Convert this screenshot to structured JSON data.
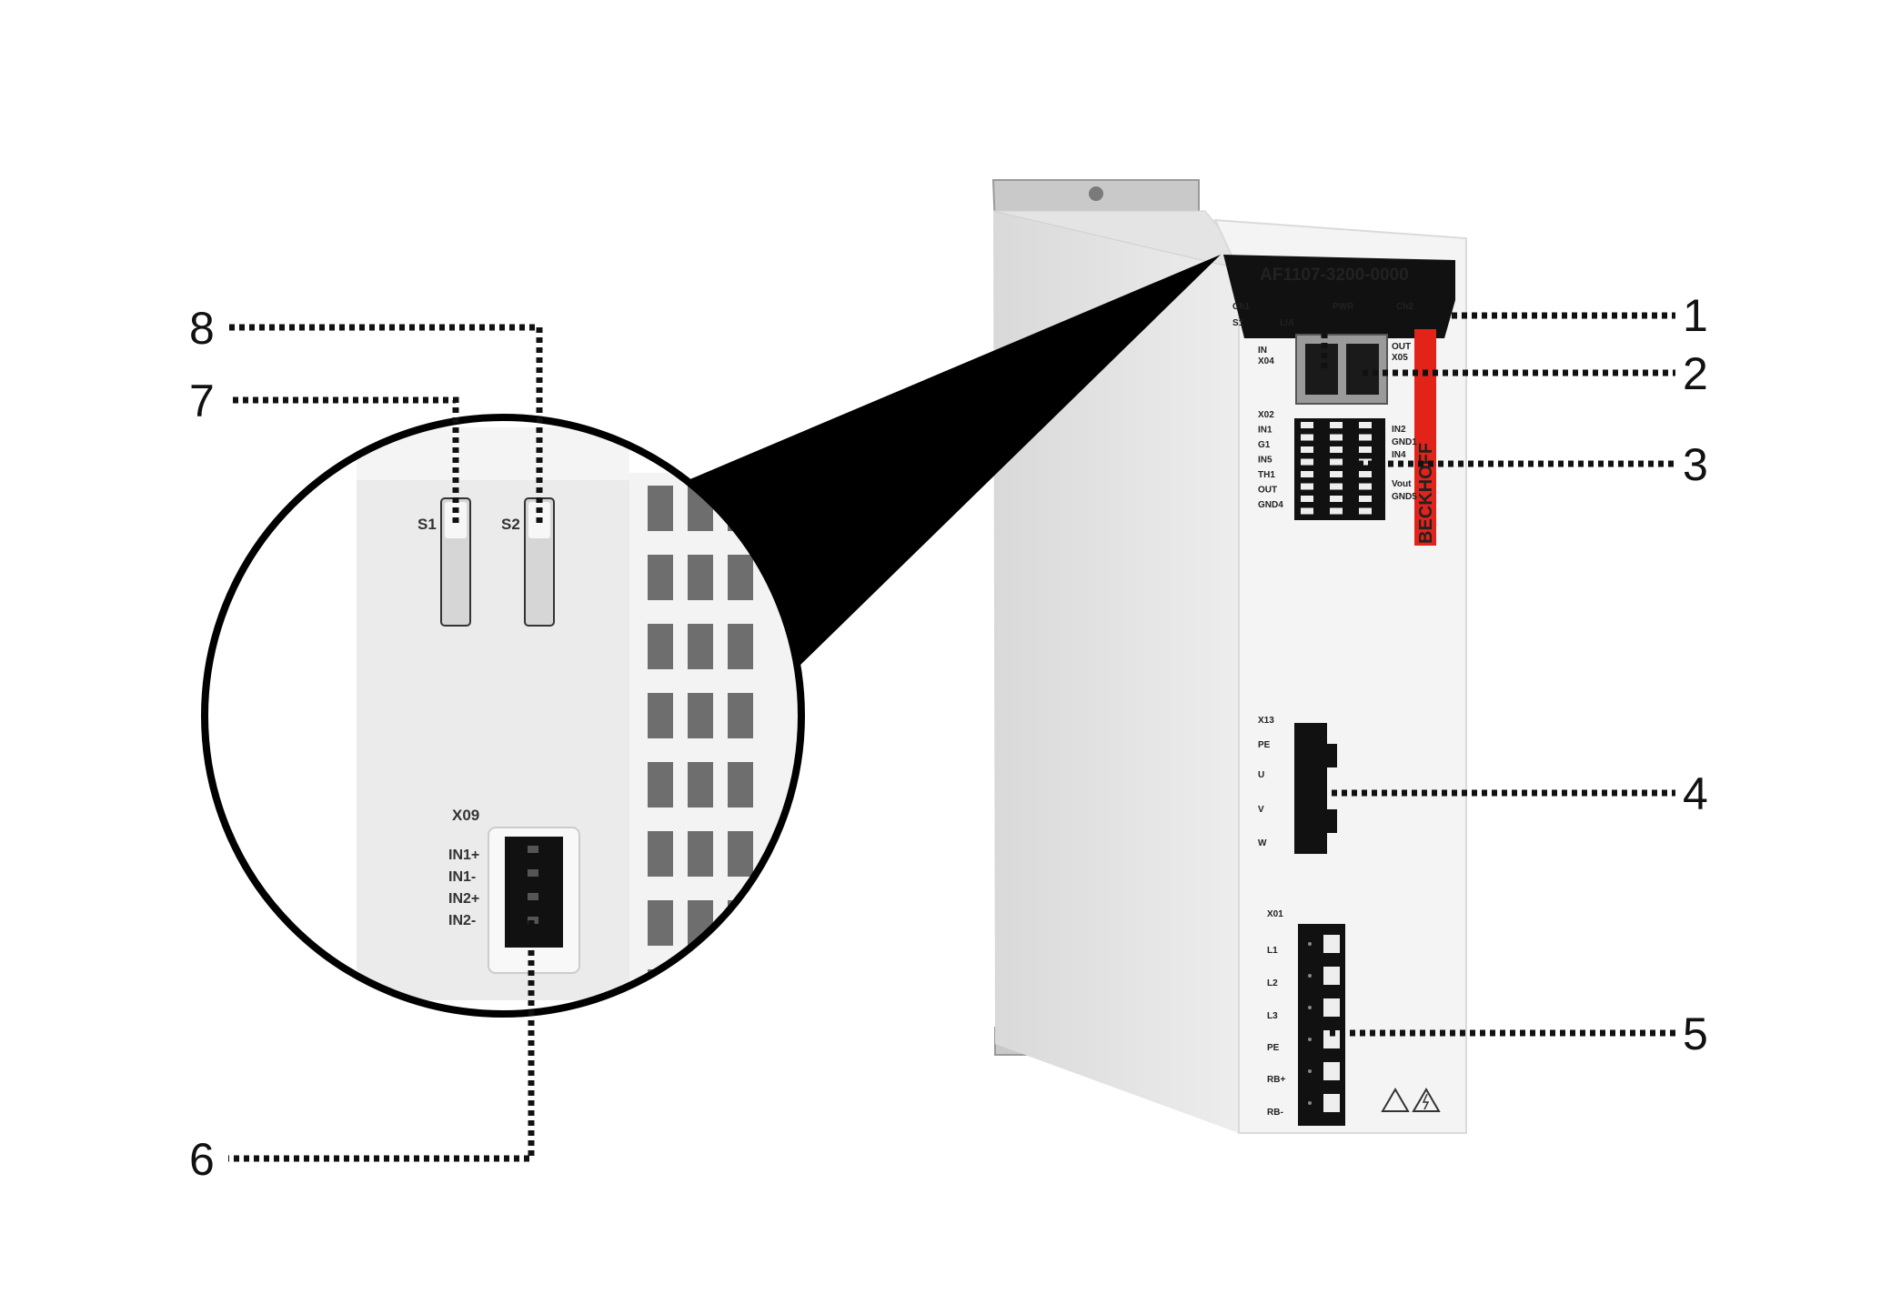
{
  "device": {
    "model": "AF1107-3200-0000",
    "brand": "BECKHOFF",
    "led_labels": {
      "ch1": "Ch1",
      "s1": "S1",
      "la": "L/A",
      "pwr": "PWR",
      "ch2": "Ch2"
    },
    "ports": {
      "in": "IN",
      "x04": "X04",
      "out": "OUT",
      "x05": "X05"
    },
    "io_left": [
      "X02",
      "IN1",
      "G1",
      "IN5",
      "TH1",
      "OUT",
      "GND4"
    ],
    "io_right": [
      "IN2",
      "GND1",
      "IN4",
      "Vout",
      "GND5"
    ],
    "motor": [
      "X13",
      "PE",
      "U",
      "V",
      "W"
    ],
    "mains": [
      "X01",
      "L1",
      "L2",
      "L3",
      "PE",
      "RB+",
      "RB-"
    ]
  },
  "zoom": {
    "switch1": "S1",
    "switch2": "S2",
    "connector": "X09",
    "pins": [
      "IN1+",
      "IN1-",
      "IN2+",
      "IN2-"
    ]
  },
  "callouts": [
    "1",
    "2",
    "3",
    "4",
    "5",
    "6",
    "7",
    "8"
  ],
  "colors": {
    "housing": "#ececec",
    "front": "#f4f4f4",
    "black": "#111111",
    "brand_red": "#e2231a",
    "led_green": "#7fc93b"
  }
}
